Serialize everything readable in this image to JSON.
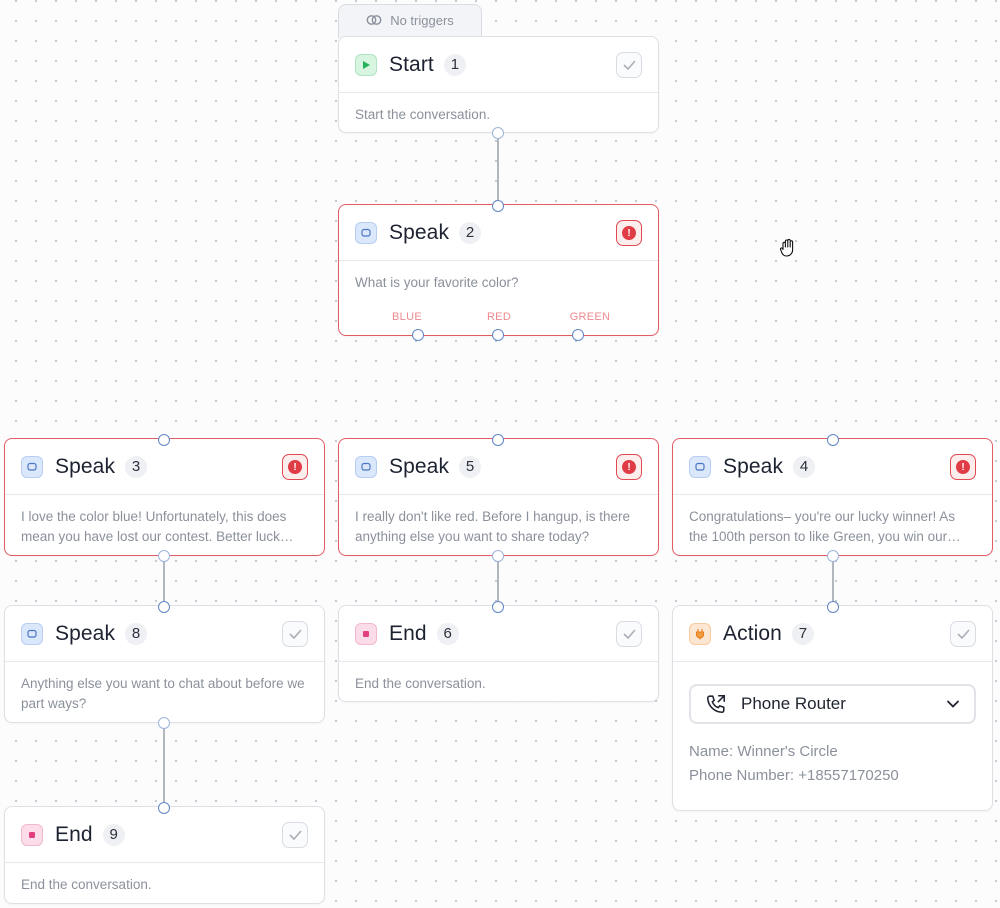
{
  "trigger_tab": {
    "label": "No triggers",
    "icon": "link-icon"
  },
  "nodes": {
    "start": {
      "title": "Start",
      "number": "1",
      "description": "Start the conversation.",
      "status": "check-icon"
    },
    "speak2": {
      "title": "Speak",
      "number": "2",
      "description": "What is your favorite color?",
      "status": "error-icon",
      "branches": [
        "BLUE",
        "RED",
        "GREEN"
      ]
    },
    "speak3": {
      "title": "Speak",
      "number": "3",
      "description": "I love the color blue! Unfortunately, this does mean you have lost our contest. Better luck next time!",
      "status": "error-icon"
    },
    "speak5": {
      "title": "Speak",
      "number": "5",
      "description": "I really don't like red. Before I hangup, is there anything else you want to share today?",
      "status": "error-icon"
    },
    "speak4": {
      "title": "Speak",
      "number": "4",
      "description": "Congratulations– you're our lucky winner! As the 100th person to like Green, you win our grand prize!",
      "status": "error-icon"
    },
    "speak8": {
      "title": "Speak",
      "number": "8",
      "description": "Anything else you want to chat about before we part ways?",
      "status": "check-icon"
    },
    "end6": {
      "title": "End",
      "number": "6",
      "description": "End the conversation.",
      "status": "check-icon"
    },
    "action7": {
      "title": "Action",
      "number": "7",
      "status": "check-icon",
      "selector": {
        "icon": "phone-forward-icon",
        "value": "Phone Router"
      },
      "name_line": "Name: Winner's Circle",
      "phone_line": "Phone Number: +18557170250"
    },
    "end9": {
      "title": "End",
      "number": "9",
      "description": "End the conversation.",
      "status": "check-icon"
    }
  },
  "colors": {
    "error": "#e35b63",
    "port": "#5f86c6",
    "speak_icon": "#dbe7fb",
    "start_icon": "#d8f5e2",
    "end_icon": "#fbdce8",
    "action_icon": "#fde6d2"
  }
}
